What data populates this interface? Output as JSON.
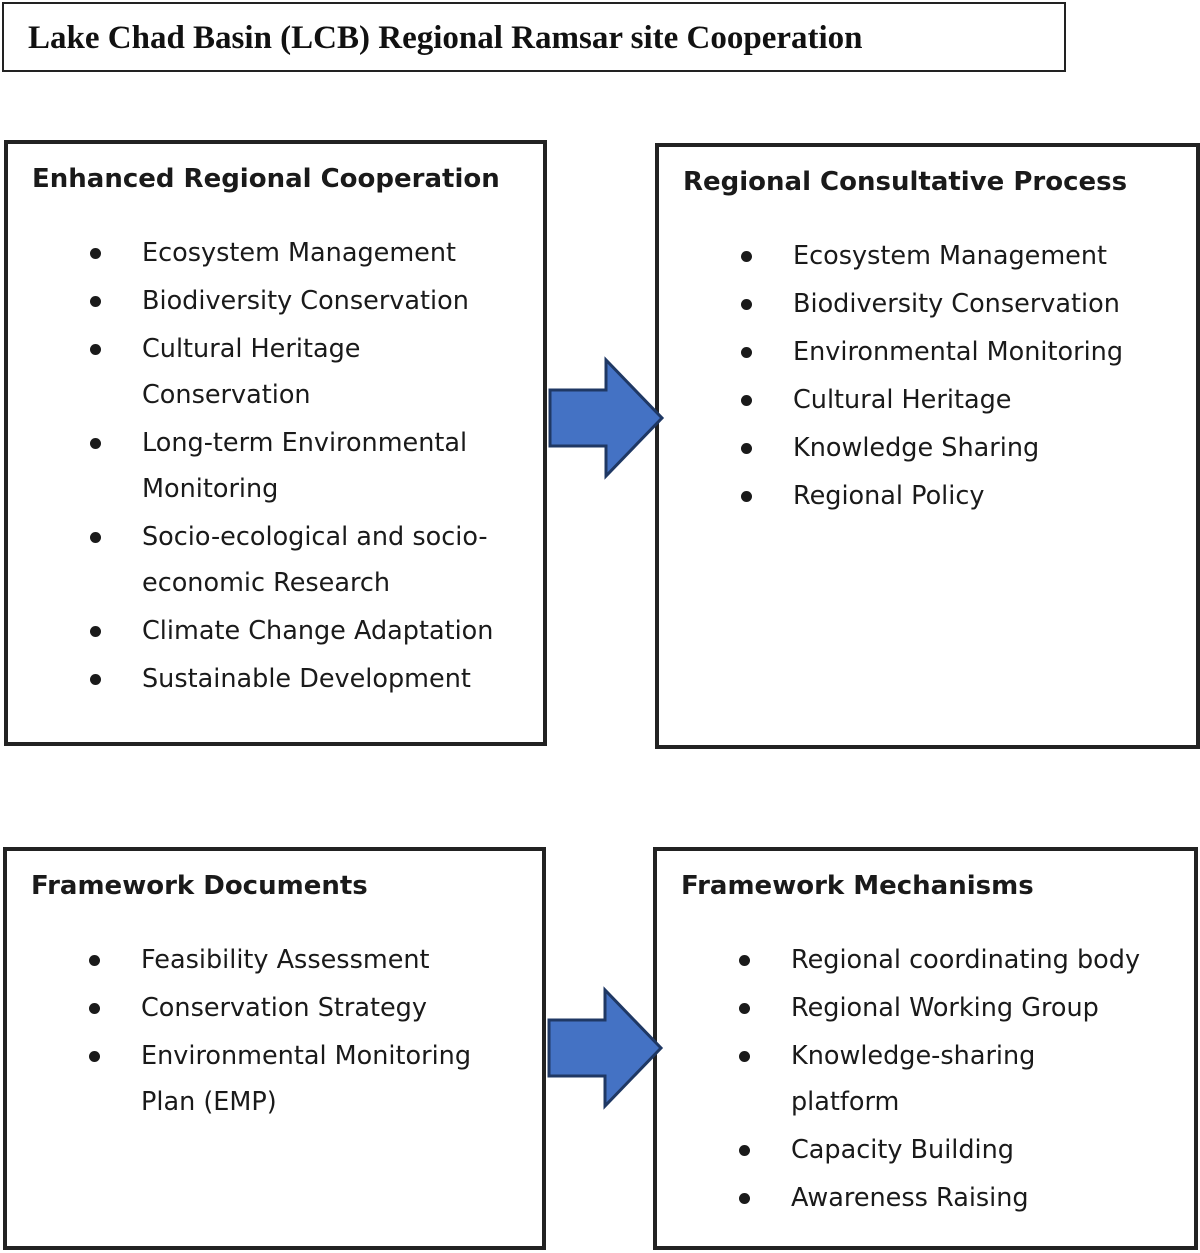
{
  "title": "Lake Chad Basin (LCB) Regional Ramsar site Cooperation",
  "colors": {
    "arrow_fill": "#4472C4",
    "arrow_stroke": "#1F3864",
    "border": "#222222"
  },
  "boxes": {
    "enhanced_regional_cooperation": {
      "heading": "Enhanced Regional Cooperation",
      "items": [
        "Ecosystem Management",
        "Biodiversity Conservation",
        "Cultural Heritage Conservation",
        "Long-term Environmental Monitoring",
        "Socio-ecological and socio-economic Research",
        "Climate Change Adaptation",
        "Sustainable Development"
      ]
    },
    "regional_consultative_process": {
      "heading": "Regional Consultative Process",
      "items": [
        "Ecosystem Management",
        "Biodiversity Conservation",
        "Environmental Monitoring",
        "Cultural Heritage",
        "Knowledge Sharing",
        "Regional Policy"
      ]
    },
    "framework_documents": {
      "heading": "Framework Documents",
      "items": [
        "Feasibility Assessment",
        "Conservation Strategy",
        "Environmental Monitoring Plan (EMP)"
      ]
    },
    "framework_mechanisms": {
      "heading": "Framework Mechanisms",
      "items": [
        "Regional coordinating body",
        "Regional Working Group",
        "Knowledge-sharing platform",
        "Capacity Building",
        "Awareness Raising"
      ]
    }
  }
}
